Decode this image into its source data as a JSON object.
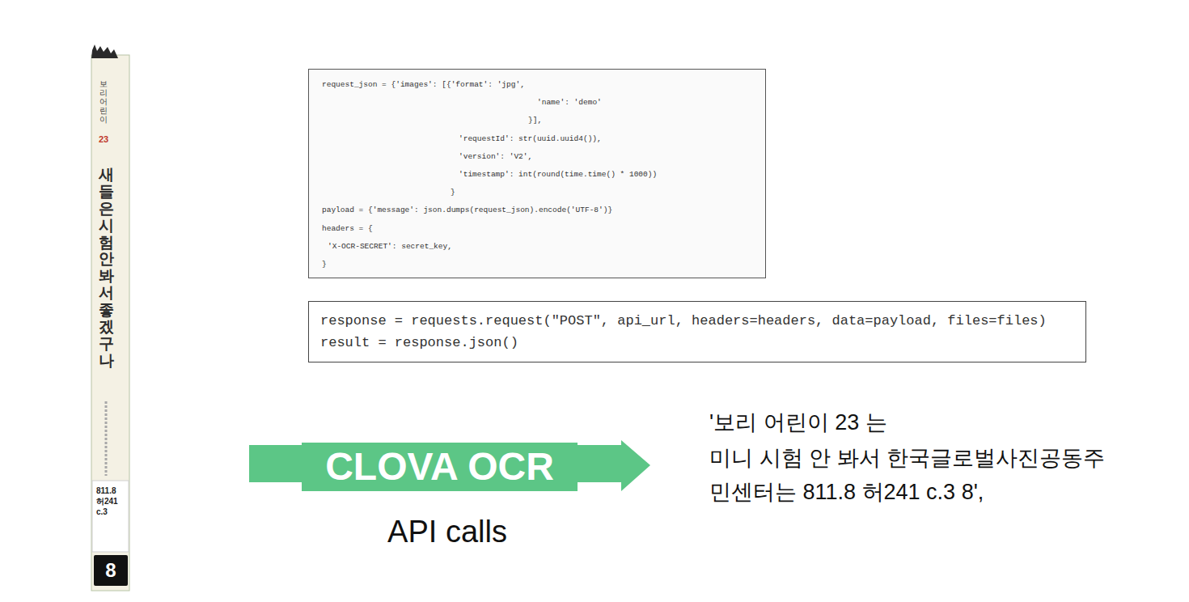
{
  "diagram": {
    "nodes": [
      {
        "text": [
          "request_json = {'images': [{'format': 'jpg',",
          "'name': 'demo'",
          "}],",
          "'requestId': str(uuid.uuid4()),",
          "'version': 'V2',",
          "'timestamp': int(round(time.time() * 1000))",
          "}",
          "payload = {'message': json.dumps(request_json).encode('UTF-8')}",
          "headers = {",
          "'X-OCR-SECRET': secret_key,",
          "}"
        ]
      },
      {
        "text": [
          "response = requests.request(\"POST\", api_url, headers=headers, data=payload, files=files)",
          "result = response.json()"
        ]
      },
      {
        "text": [
          "CLOVA OCR"
        ]
      }
    ],
    "labels": [
      "보리 어린이",
      "23",
      "새들은 시험 안 봐서 좋겠구나",
      "811.8",
      "허241",
      "c.3",
      "8",
      "API calls",
      "'보리 어린이 23 는",
      "미니 시험 안 봐서 한국글로벌사진공동주",
      "민센터는 811.8 허241 c.3 8',"
    ]
  }
}
